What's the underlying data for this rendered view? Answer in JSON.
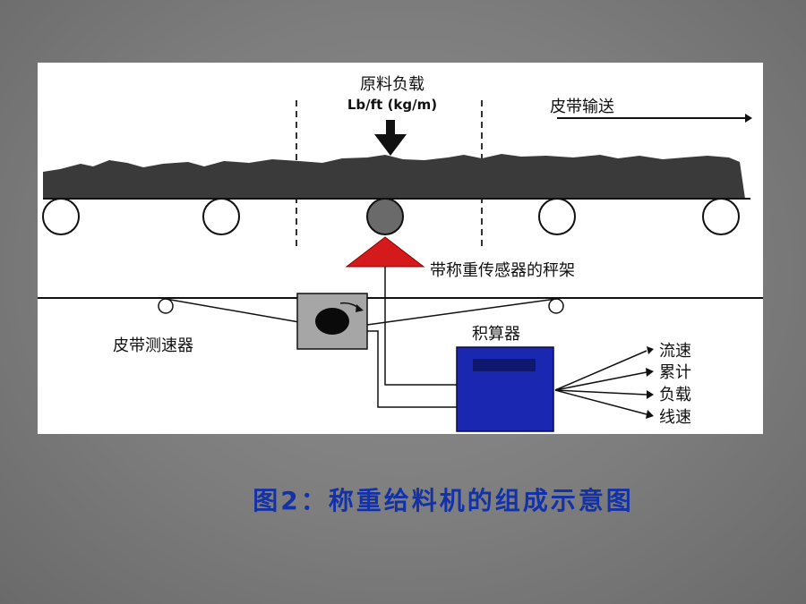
{
  "diagram": {
    "load_label": "原料负载",
    "load_unit": "Lb/ft (kg/m)",
    "conveying_label": "皮带输送",
    "scale_frame_label": "带称重传感器的秤架",
    "speed_sensor_label": "皮带测速器",
    "integrator_label": "积算器",
    "outputs": [
      "流速",
      "累计",
      "负载",
      "线速"
    ]
  },
  "caption": "图2：称重给料机的组成示意图",
  "colors": {
    "background": "#7d7d7d",
    "material": "#3a3a3a",
    "load_cell": "#d41a1a",
    "integrator": "#1a27b0",
    "caption": "#1432a8"
  }
}
